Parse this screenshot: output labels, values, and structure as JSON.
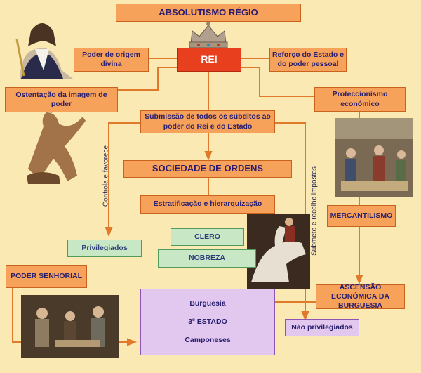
{
  "diagram": {
    "title": "ABSOLUTISMO RÉGIO",
    "rei": "REI",
    "poder_divino": "Poder de origem divina",
    "reforco": "Reforço do Estado e do poder pessoal",
    "ostentacao": "Ostentação da imagem de poder",
    "proteccionismo": "Proteccionismo económico",
    "submissao": "Submissão de todos os súbditos ao poder do Rei e do Estado",
    "sociedade": "SOCIEDADE DE ORDENS",
    "estratificacao": "Estratificação e hierarquização",
    "mercantilismo": "MERCANTILISMO",
    "clero": "CLERO",
    "nobreza": "NOBREZA",
    "privilegiados": "Privilegiados",
    "poder_senhorial": "PODER SENHORIAL",
    "ascensao": "ASCENSÃO ECONÓMICA DA BURGUESIA",
    "burguesia": "Burguesia",
    "terceiro_estado": "3º ESTADO",
    "camponeses": "Camponeses",
    "nao_privilegiados": "Não privilegiados",
    "controla": "Controla e favorece",
    "submete": "Submete e recolhe impostos"
  },
  "colors": {
    "arrow": "#e07a2a",
    "orange_box": "#f6a25a",
    "red_box": "#e8401e",
    "green_box": "#c7e7c5",
    "purple_box": "#e2c8ef",
    "background": "#fbe9b4"
  },
  "pictures": [
    "king-portrait-picture",
    "crown-icon",
    "baroque-statue-picture",
    "tapestry-scene-picture",
    "equestrian-painting-picture",
    "peasant-family-painting-picture"
  ]
}
